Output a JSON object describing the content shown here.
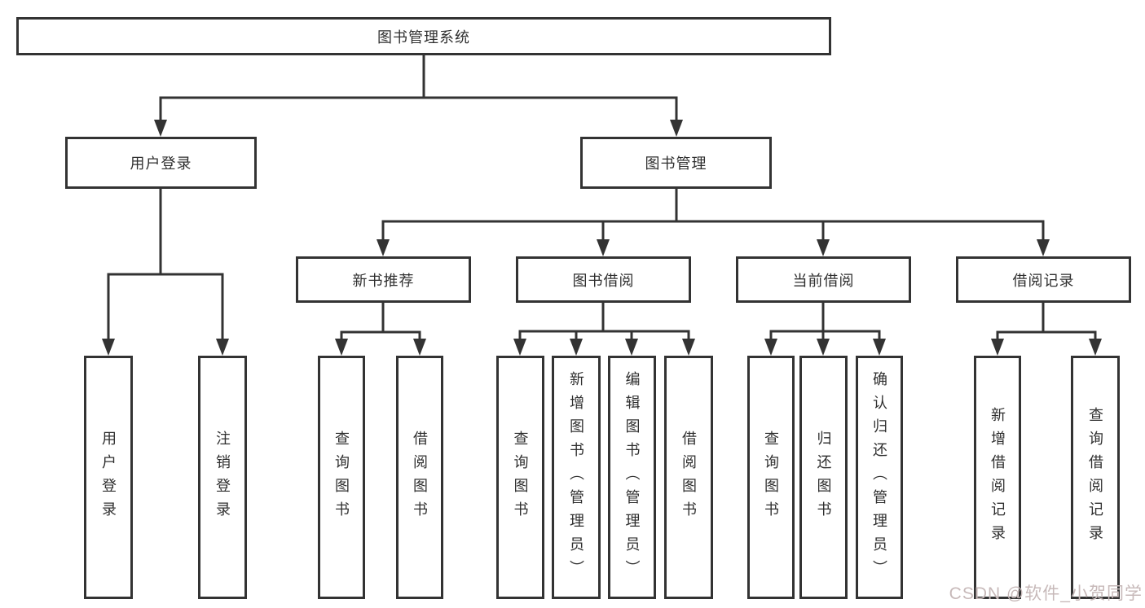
{
  "diagram": {
    "root": {
      "label": "图书管理系统"
    },
    "branches": [
      {
        "label": "用户登录",
        "children": [
          {
            "label": "用户登录"
          },
          {
            "label": "注销登录"
          }
        ]
      },
      {
        "label": "图书管理",
        "children": [
          {
            "label": "新书推荐",
            "children": [
              {
                "label": "查询图书"
              },
              {
                "label": "借阅图书"
              }
            ]
          },
          {
            "label": "图书借阅",
            "children": [
              {
                "label": "查询图书"
              },
              {
                "label": "新增图书（管理员）"
              },
              {
                "label": "编辑图书（管理员）"
              },
              {
                "label": "借阅图书"
              }
            ]
          },
          {
            "label": "当前借阅",
            "children": [
              {
                "label": "查询图书"
              },
              {
                "label": "归还图书"
              },
              {
                "label": "确认归还（管理员）"
              }
            ]
          },
          {
            "label": "借阅记录",
            "children": [
              {
                "label": "新增借阅记录"
              },
              {
                "label": "查询借阅记录"
              }
            ]
          }
        ]
      }
    ]
  },
  "watermark": {
    "text": "CSDN @软件_小贺同学"
  },
  "colors": {
    "line": "#333333",
    "box_border": "#333333",
    "text": "#2f2f2f",
    "background": "#ffffff",
    "watermark": "#c7b9b9"
  }
}
